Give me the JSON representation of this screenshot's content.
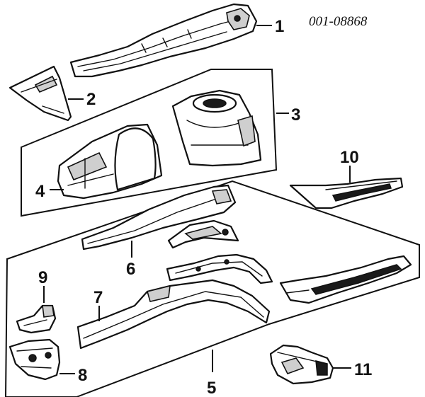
{
  "diagram": {
    "reference_code": "001-08868",
    "callouts": [
      {
        "id": "c1",
        "label": "1"
      },
      {
        "id": "c2",
        "label": "2"
      },
      {
        "id": "c3",
        "label": "3"
      },
      {
        "id": "c4",
        "label": "4"
      },
      {
        "id": "c5",
        "label": "5"
      },
      {
        "id": "c6",
        "label": "6"
      },
      {
        "id": "c7",
        "label": "7"
      },
      {
        "id": "c8",
        "label": "8"
      },
      {
        "id": "c9",
        "label": "9"
      },
      {
        "id": "c10",
        "label": "10"
      },
      {
        "id": "c11",
        "label": "11"
      }
    ]
  }
}
